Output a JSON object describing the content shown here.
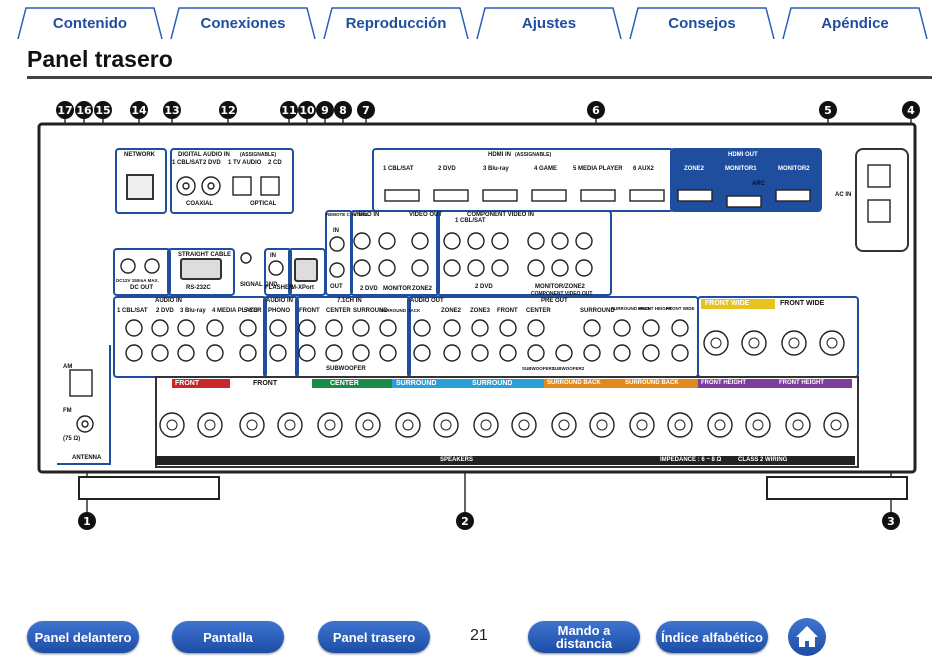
{
  "nav_tabs": [
    "Contenido",
    "Conexiones",
    "Reproducción",
    "Ajustes",
    "Consejos",
    "Apéndice"
  ],
  "page_title": "Panel trasero",
  "callouts": [
    "1",
    "2",
    "3",
    "4",
    "5",
    "6",
    "7",
    "8",
    "9",
    "10",
    "11",
    "12",
    "13",
    "14",
    "15",
    "16",
    "17"
  ],
  "panel_labels": {
    "network": "NETWORK",
    "digital_audio_in": "DIGITAL AUDIO IN",
    "assignable": "(ASSIGNABLE)",
    "cbl_sat_1": "1 CBL/SAT",
    "dvd_2": "2 DVD",
    "tv_audio_1": "1 TV AUDIO",
    "cd_2": "2 CD",
    "coaxial": "COAXIAL",
    "optical": "OPTICAL",
    "straight_cable": "STRAIGHT CABLE",
    "rs232c": "RS-232C",
    "signal_gnd": "SIGNAL GND",
    "dc_out": "DC OUT",
    "dc_spec": "DC12V 150mA MAX.",
    "in": "IN",
    "flasher": "FLASHER",
    "mxport": "M-XPort",
    "remote_control": "REMOTE CONTROL",
    "out": "OUT",
    "hdmi_in": "HDMI IN",
    "hdmi_out": "HDMI OUT",
    "hdmi_inputs": [
      "1 CBL/SAT",
      "2 DVD",
      "3 Blu-ray",
      "4 GAME",
      "5 MEDIA PLAYER",
      "6 AUX2"
    ],
    "hdmi_outputs": [
      "ZONE2",
      "MONITOR1",
      "MONITOR2"
    ],
    "arc": "ARC",
    "ac_in": "AC IN",
    "video_in": "VIDEO IN",
    "video_out": "VIDEO OUT",
    "component_video_in": "COMPONENT VIDEO IN",
    "component_video_out": "COMPONENT VIDEO OUT",
    "monitor": "MONITOR",
    "zone2": "ZONE2",
    "monitor_zone2": "MONITOR/ZONE2",
    "audio_in": "AUDIO IN",
    "audio_out": "AUDIO OUT",
    "phono": "PHONO",
    "ch71_in": "7.1CH IN",
    "pre_out": "PRE OUT",
    "audio_inputs": [
      "1 CBL/SAT",
      "2 DVD",
      "3 Blu-ray",
      "4 MEDIA PLAYER",
      "5 CD"
    ],
    "ch71_channels": [
      "FRONT",
      "CENTER",
      "SURROUND",
      "SURROUND BACK"
    ],
    "subwoofer": "SUBWOOFER",
    "preout_channels": [
      "ZONE2",
      "ZONE3",
      "FRONT",
      "CENTER",
      "SURROUND",
      "SURROUND BACK",
      "FRONT HEIGHT",
      "FRONT WIDE"
    ],
    "subwoofer1": "SUBWOOFER1",
    "subwoofer2": "SUBWOOFER2",
    "antenna": "ANTENNA",
    "am": "AM",
    "fm": "FM",
    "ohm75": "(75 Ω)",
    "front_wide_r": "FRONT WIDE",
    "front_wide_l": "FRONT WIDE",
    "speakers": [
      "FRONT",
      "FRONT",
      "CENTER",
      "SURROUND",
      "SURROUND",
      "SURROUND BACK",
      "SURROUND BACK",
      "FRONT HEIGHT",
      "FRONT HEIGHT"
    ],
    "speakers_label": "SPEAKERS",
    "impedance": "IMPEDANCE : 6 ~ 8 Ω",
    "class2": "CLASS 2 WIRING"
  },
  "speaker_colors": [
    "#c8262b",
    "#ffffff",
    "#1a8a4a",
    "#2ba0d8",
    "#2ba0d8",
    "#e08a1e",
    "#e08a1e",
    "#7c3d9b",
    "#7c3d9b"
  ],
  "bottom_nav": {
    "front_panel": "Panel delantero",
    "display": "Pantalla",
    "rear_panel": "Panel trasero",
    "page_number": "21",
    "how_to": "Mando a distancia",
    "index": "Índice alfabético"
  }
}
